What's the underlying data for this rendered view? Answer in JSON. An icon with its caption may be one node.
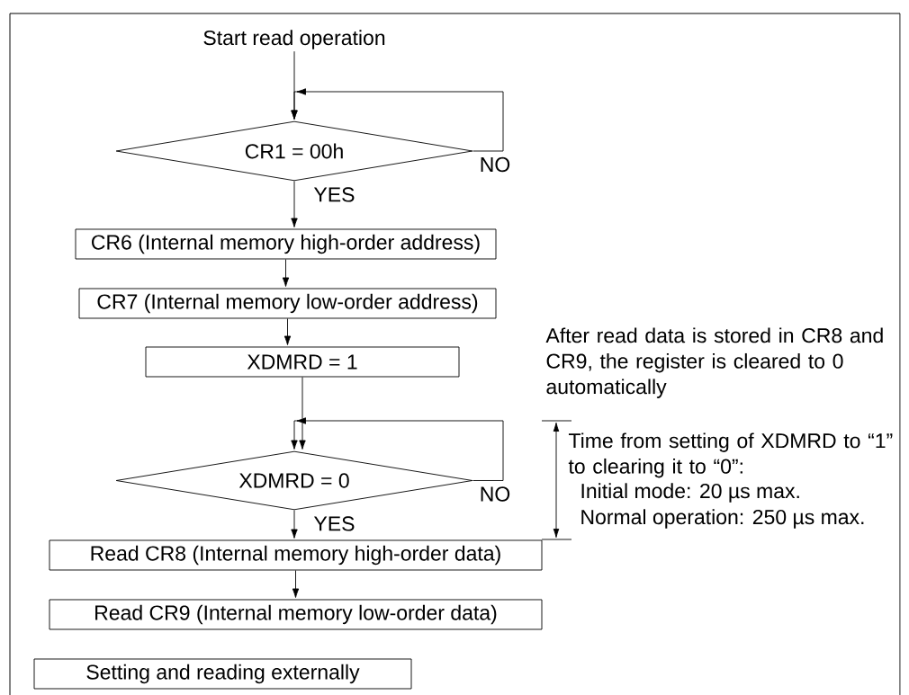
{
  "diagram": {
    "nodes": [
      {
        "text": [
          "Start read operation"
        ]
      },
      {
        "text": [
          "CR1 = 00h"
        ]
      },
      {
        "text": [
          "CR6 (Internal memory high-order address)"
        ]
      },
      {
        "text": [
          "CR7 (Internal memory low-order address)"
        ]
      },
      {
        "text": [
          "XDMRD = 1"
        ]
      },
      {
        "text": [
          "XDMRD = 0"
        ]
      },
      {
        "text": [
          "Read CR8 (Internal memory high-order data)"
        ]
      },
      {
        "text": [
          "Read CR9 (Internal memory low-order data)"
        ]
      },
      {
        "text": [
          "Setting and reading externally"
        ]
      }
    ],
    "edges": [
      {
        "from": 0,
        "to": 1,
        "arrow": "to"
      },
      {
        "from": 1,
        "to": 1,
        "arrow": "to",
        "label": "NO"
      },
      {
        "from": 1,
        "to": 2,
        "arrow": "to",
        "label": "YES"
      },
      {
        "from": 2,
        "to": 3,
        "arrow": "to"
      },
      {
        "from": 3,
        "to": 4,
        "arrow": "to"
      },
      {
        "from": 4,
        "to": 5,
        "arrow": "to"
      },
      {
        "from": 5,
        "to": 5,
        "arrow": "to",
        "label": "NO"
      },
      {
        "from": 5,
        "to": 6,
        "arrow": "to",
        "label": "YES"
      },
      {
        "from": 6,
        "to": 7,
        "arrow": "to"
      }
    ],
    "labels": [
      "After read data is stored in CR8 and CR9, the register is cleared to 0 automatically",
      "Time from setting of XDMRD to “1” to clearing it to “0”:",
      "Initial mode: 20 µs max.",
      "Normal operation: 250 µs max."
    ]
  }
}
